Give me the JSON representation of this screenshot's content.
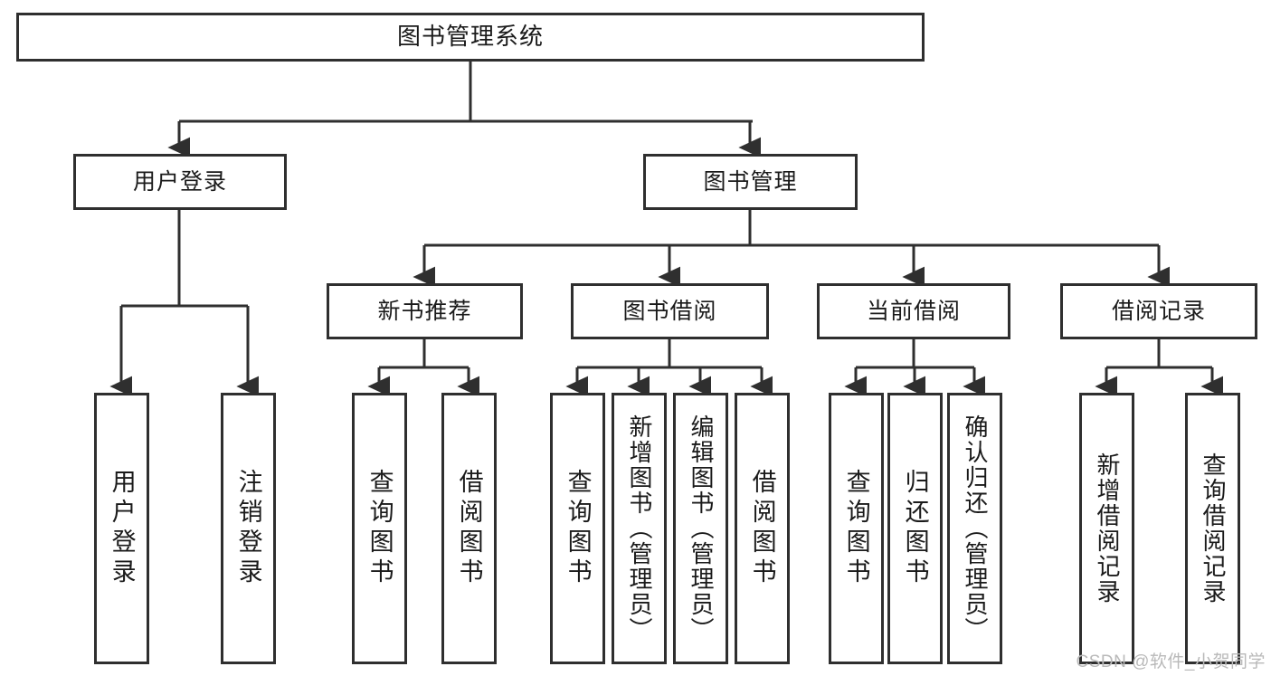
{
  "diagram": {
    "title": "图书管理系统",
    "type": "hierarchy-tree",
    "levels": 4,
    "nodes": {
      "root": {
        "label": "图书管理系统"
      },
      "level2": [
        {
          "id": "user-login",
          "label": "用户登录"
        },
        {
          "id": "book-manage",
          "label": "图书管理"
        }
      ],
      "level3": [
        {
          "id": "new-book-recommend",
          "label": "新书推荐"
        },
        {
          "id": "book-borrow",
          "label": "图书借阅"
        },
        {
          "id": "current-borrow",
          "label": "当前借阅"
        },
        {
          "id": "borrow-record",
          "label": "借阅记录"
        }
      ],
      "leaves": {
        "user-login": [
          {
            "id": "leaf-user-login",
            "label": "用户登录"
          },
          {
            "id": "leaf-user-logout",
            "label": "注销登录"
          }
        ],
        "new-book-recommend": [
          {
            "id": "leaf-query-book-1",
            "label": "查询图书"
          },
          {
            "id": "leaf-borrow-book-1",
            "label": "借阅图书"
          }
        ],
        "book-borrow": [
          {
            "id": "leaf-query-book-2",
            "label": "查询图书"
          },
          {
            "id": "leaf-add-book",
            "label": "新增图书（管理员）"
          },
          {
            "id": "leaf-edit-book",
            "label": "编辑图书（管理员）"
          },
          {
            "id": "leaf-borrow-book-2",
            "label": "借阅图书"
          }
        ],
        "current-borrow": [
          {
            "id": "leaf-query-book-3",
            "label": "查询图书"
          },
          {
            "id": "leaf-return-book",
            "label": "归还图书"
          },
          {
            "id": "leaf-confirm-return",
            "label": "确认归还（管理员）"
          }
        ],
        "borrow-record": [
          {
            "id": "leaf-add-record",
            "label": "新增借阅记录"
          },
          {
            "id": "leaf-query-record",
            "label": "查询借阅记录"
          }
        ]
      }
    },
    "colors": {
      "stroke": "#2f2f2f",
      "fill": "#ffffff",
      "text": "#1a1a1a",
      "watermark": "#b9b9b9"
    }
  },
  "watermark": {
    "text": "CSDN @软件_小贺同学"
  }
}
